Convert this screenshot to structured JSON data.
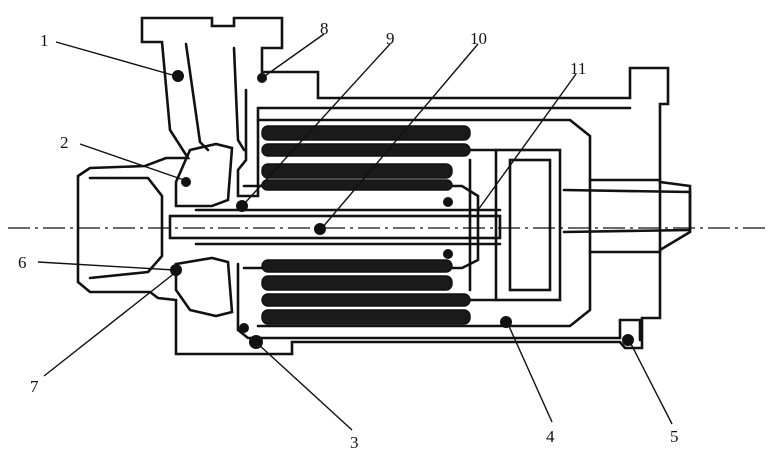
{
  "diagram": {
    "callouts": [
      {
        "id": "1",
        "label": "1"
      },
      {
        "id": "2",
        "label": "2"
      },
      {
        "id": "3",
        "label": "3"
      },
      {
        "id": "4",
        "label": "4"
      },
      {
        "id": "5",
        "label": "5"
      },
      {
        "id": "6",
        "label": "6"
      },
      {
        "id": "7",
        "label": "7"
      },
      {
        "id": "8",
        "label": "8"
      },
      {
        "id": "9",
        "label": "9"
      },
      {
        "id": "10",
        "label": "10"
      },
      {
        "id": "11",
        "label": "11"
      }
    ],
    "colors": {
      "ink": "#111111",
      "background": "#ffffff"
    }
  }
}
